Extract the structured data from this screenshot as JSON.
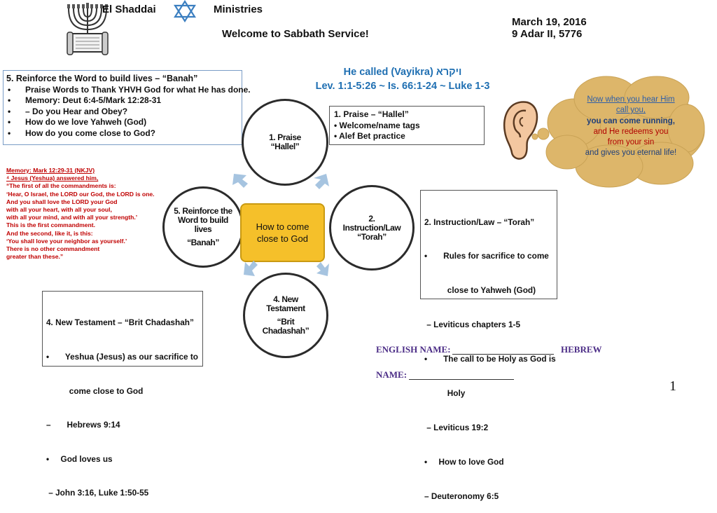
{
  "header": {
    "org_left": "El Shaddai",
    "org_right": "Ministries",
    "welcome": "Welcome to Sabbath Service!",
    "date": "March 19, 2016",
    "hebrew_date": "9 Adar II, 5776"
  },
  "title": {
    "line1": "He called (Vayikra)  ויקרא",
    "line2": "Lev. 1:1-5:26 ~ Is. 66:1-24 ~ Luke 1-3",
    "color": "#1f6fb2"
  },
  "box_reinforce": {
    "heading": "5. Reinforce the Word to build lives – “Banah”",
    "items": [
      "Praise Words to Thank YHVH God for what He has done.",
      "Memory:   Deut 6:4-5/Mark 12:28-31",
      "– Do you Hear and Obey?",
      "How do we love Yahweh (God)",
      "How do you come close to God?"
    ]
  },
  "box_praise": {
    "items": [
      "1.    Praise – “Hallel”",
      "•      Welcome/name tags",
      "•    Alef Bet practice"
    ]
  },
  "box_instruction": {
    "lines": [
      "2. Instruction/Law – “Torah”",
      "•       Rules for sacrifice to come",
      "          close to Yahweh (God)",
      " – Leviticus chapters 1-5",
      "•       The call to be Holy as God is",
      "          Holy",
      " – Leviticus 19:2",
      "•     How to love God",
      "– Deuteronomy 6:5"
    ]
  },
  "box_nt": {
    "lines": [
      "4. New Testament – “Brit Chadashah”",
      "•       Yeshua (Jesus) as our sacrifice to",
      "          come close to God",
      "–       Hebrews 9:14",
      "•     God loves us",
      " – John 3:16, Luke 1:50-55"
    ]
  },
  "memory_verse": {
    "lines": [
      "Memory:  Mark 12:29-31 (NKJV)",
      "⁴ Jesus (Yeshua) answered him,",
      "“The first of all the commandments is:",
      " ‘Hear, O Israel, the LORD our God, the LORD is one.",
      "And you shall love the LORD your God",
      " with all your heart, with all your soul,",
      " with all your mind, and with all your strength.’",
      "This is the first commandment.",
      " And the second, like it, is this:",
      "‘You shall love your neighbor as yourself.’",
      "There is no other commandment",
      " greater than these.”"
    ]
  },
  "cycle": {
    "center": "How to come close to God",
    "center_color": "#f5c02a",
    "arrow_color": "#a6c4e0",
    "nodes": {
      "praise_1": "1. Praise",
      "praise_2": "“Hallel”",
      "instr_1": "2.",
      "instr_2": "Instruction/Law",
      "instr_3": "“Torah”",
      "nt_1": "4. New",
      "nt_2": "Testament",
      "nt_3": "“Brit",
      "nt_4": "Chadashah”",
      "reinf_1": "5. Reinforce the",
      "reinf_2": "Word to build",
      "reinf_3": "lives",
      "reinf_4": "“Banah”"
    }
  },
  "bubble": {
    "lines": [
      "Now when you hear Him",
      "call you,",
      "you can come running,",
      "and He redeems you",
      "from your sin",
      "and gives you eternal life!"
    ],
    "fill": "#ddb66a"
  },
  "form": {
    "english_label": "ENGLISH NAME:",
    "hebrew_label": "HEBREW",
    "name_label": "NAME:",
    "color": "#4b2c86"
  },
  "page_number": "1"
}
